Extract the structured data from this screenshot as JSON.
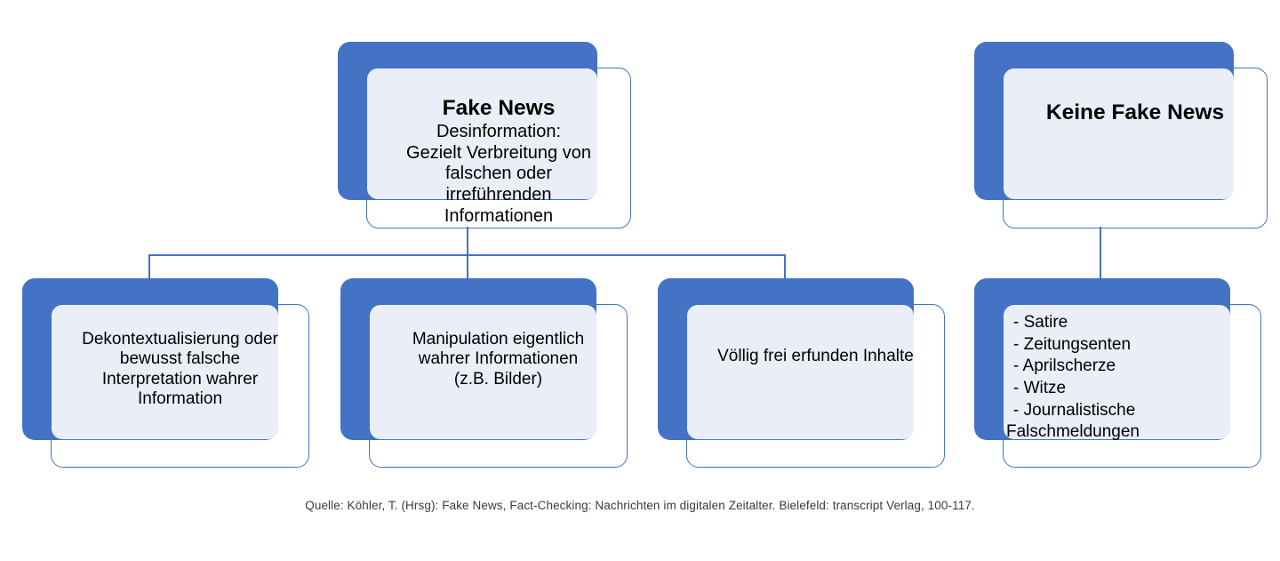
{
  "diagram": {
    "title_node": {
      "heading": "Fake News",
      "body": "Desinformation:\nGezielt Verbreitung von\nfalschen oder\nirreführenden\nInformationen"
    },
    "right_node": {
      "heading": "Keine Fake News",
      "body": ""
    },
    "branches": [
      {
        "label": "Dekontextualisierung oder\nbewusst falsche\nInterpretation wahrer\nInformation"
      },
      {
        "label": "Manipulation eigentlich\nwahrer Informationen\n(z.B. Bilder)"
      },
      {
        "label": "Völlig frei erfunden Inhalte"
      }
    ],
    "right_list": {
      "items": [
        "- Satire",
        " - Zeitungsenten",
        " - Aprilscherze",
        " - Witze",
        " - Journalistische",
        "Falschmeldungen"
      ]
    },
    "source": "Quelle: Köhler, T. (Hrsg): Fake News, Fact-Checking: Nachrichten im digitalen Zeitalter. Bielefeld: transcript Verlag, 100-117.",
    "colors": {
      "accent_blue": "#4472C4",
      "card_fill": "#EAEEF7",
      "background": "#FFFFFF",
      "text": "#000000",
      "source_text": "#3B3B3B"
    }
  }
}
